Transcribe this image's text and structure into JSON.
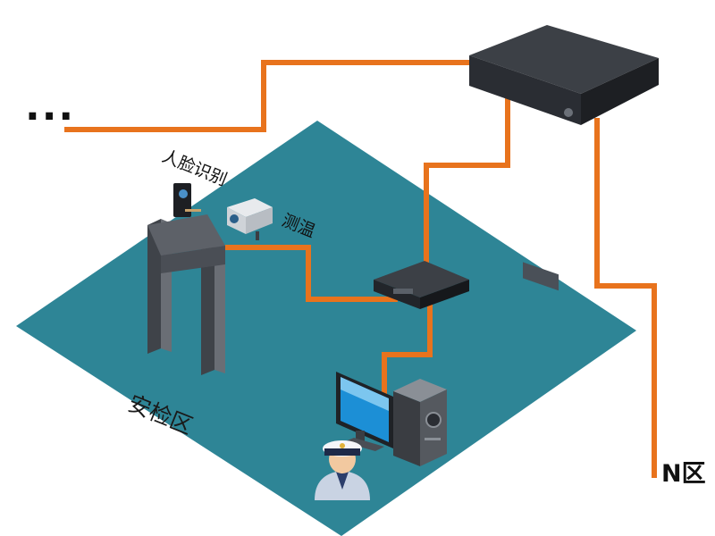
{
  "labels": {
    "face_recognition": "人脸识别",
    "temperature": "测温",
    "security_zone": "安检区",
    "n_zone": "N区",
    "more": "..."
  },
  "colors": {
    "floor": "#2e8596",
    "cable": "#e8731d",
    "device_dark": "#2a2d33",
    "gate": "#5d6168"
  }
}
